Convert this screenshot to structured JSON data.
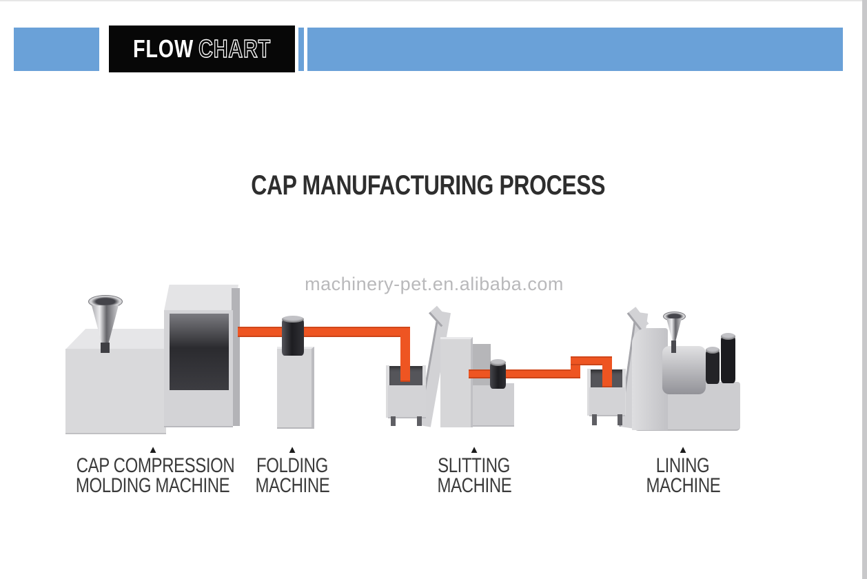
{
  "colors": {
    "accent_blue": "#6aa1d8",
    "banner_black": "#070707",
    "pipe_orange": "#ee5522"
  },
  "header": {
    "banner_label_bold": "FLOW",
    "banner_label_outline": "CHART"
  },
  "diagram": {
    "title": "CAP MANUFACTURING PROCESS",
    "watermark": "machinery-pet.en.alibaba.com",
    "flow_sequence": [
      "CAP COMPRESSION MOLDING MACHINE",
      "FOLDING MACHINE",
      "SLITTING MACHINE",
      "LINING MACHINE"
    ],
    "machines": [
      {
        "name": "cap-compression-molding-machine",
        "marker": "▲",
        "label_line1": "CAP COMPRESSION",
        "label_line2": "MOLDING MACHINE"
      },
      {
        "name": "folding-machine",
        "marker": "▲",
        "label_line1": "FOLDING",
        "label_line2": "MACHINE"
      },
      {
        "name": "slitting-machine",
        "marker": "▲",
        "label_line1": "SLITTING",
        "label_line2": "MACHINE"
      },
      {
        "name": "lining-machine",
        "marker": "▲",
        "label_line1": "LINING",
        "label_line2": "MACHINE"
      }
    ]
  }
}
